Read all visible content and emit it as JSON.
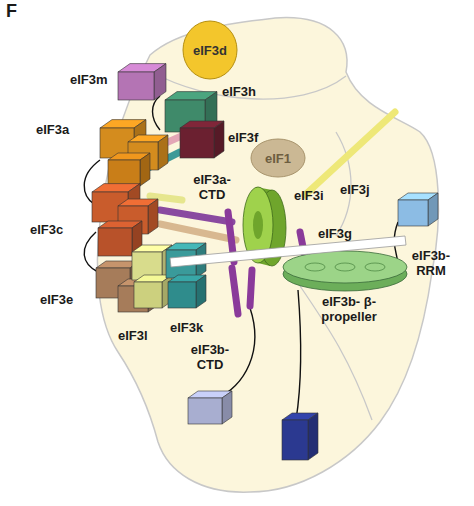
{
  "diagram": {
    "nodes": [
      {
        "text": [
          "eIF3d"
        ]
      },
      {
        "text": [
          "eIF1"
        ]
      }
    ],
    "labels": [
      "F",
      "eIF3m",
      "eIF3h",
      "eIF3f",
      "eIF3a",
      "eIF3a- CTD",
      "eIF3i",
      "eIF3c",
      "eIF3j",
      "eIF3g",
      "eIF3b- RRM",
      "eIF3e",
      "eIF3k",
      "eIF3l",
      "eIF3b- CTD",
      "eIF3b- β-propeller"
    ]
  }
}
